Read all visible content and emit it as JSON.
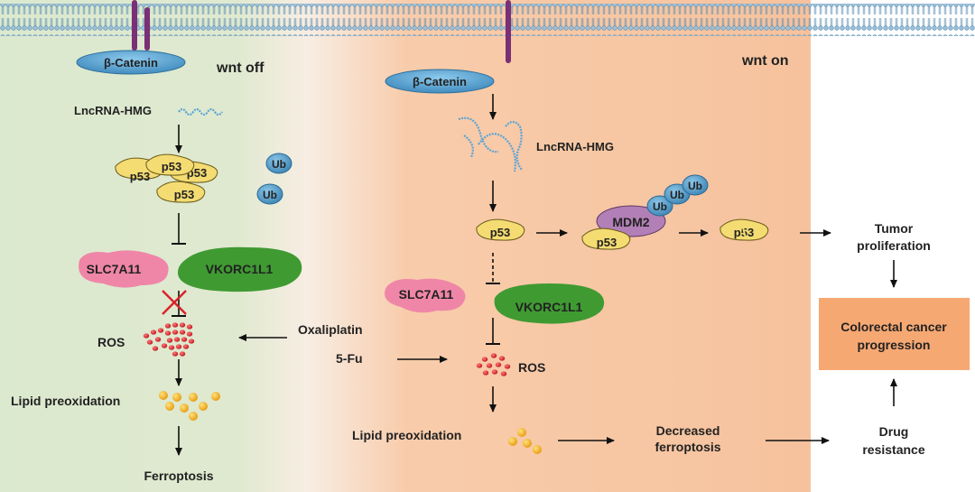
{
  "labels": {
    "wnt_off": "wnt off",
    "wnt_on": "wnt on",
    "beta_catenin": "β-Catenin",
    "lncrna": "LncRNA-HMG",
    "p53": "p53",
    "ub": "Ub",
    "mdm2": "MDM2",
    "slc7a11": "SLC7A11",
    "vkorc1l1": "VKORC1L1",
    "ros": "ROS",
    "lipid": "Lipid preoxidation",
    "ferroptosis": "Ferroptosis",
    "oxaliplatin": "Oxaliplatin",
    "fu": "5-Fu",
    "decreased_1": "Decreased",
    "decreased_2": "ferroptosis",
    "tumor_1": "Tumor",
    "tumor_2": "proliferation",
    "crc_1": "Colorectal cancer",
    "crc_2": "progression",
    "drug_1": "Drug",
    "drug_2": "resistance"
  },
  "colors": {
    "left_panel": "#dbe9cf",
    "right_panel": "#f7c7a3",
    "catenin": "#4e9bcb",
    "p53": "#f4dc72",
    "ub": "#4e96c2",
    "mdm2": "#b27fb6",
    "slc7a11": "#ef86a8",
    "vkorc1l1": "#3f9a32",
    "ros": "#d8232a",
    "lipid": "#f2b21d",
    "crc_box": "#f6a873",
    "membrane": "#8ab2cf",
    "receptor": "#7b2f74"
  }
}
